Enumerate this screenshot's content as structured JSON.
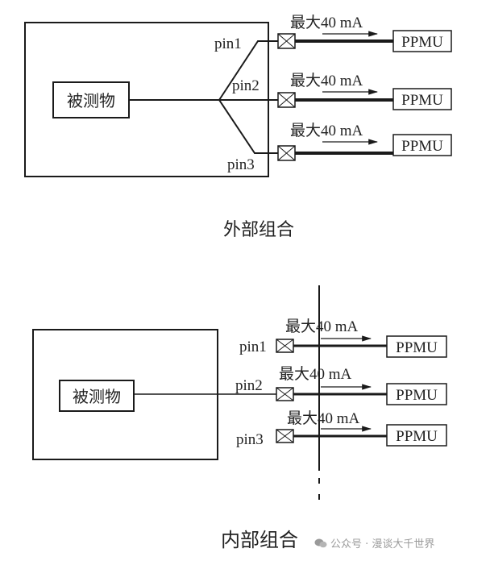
{
  "top_diagram": {
    "caption": "外部组合",
    "dut_label": "被测物",
    "channels": [
      {
        "pin": "pin1",
        "current_label": "最大40 mA",
        "unit": "PPMU"
      },
      {
        "pin": "pin2",
        "current_label": "最大40 mA",
        "unit": "PPMU"
      },
      {
        "pin": "pin3",
        "current_label": "最大40 mA",
        "unit": "PPMU"
      }
    ]
  },
  "bottom_diagram": {
    "caption": "内部组合",
    "dut_label": "被测物",
    "channels": [
      {
        "pin": "pin1",
        "current_label": "最大40 mA",
        "unit": "PPMU"
      },
      {
        "pin": "pin2",
        "current_label": "最大40 mA",
        "unit": "PPMU"
      },
      {
        "pin": "pin3",
        "current_label": "最大40 mA",
        "unit": "PPMU"
      }
    ]
  },
  "watermark": {
    "icon": "wechat-icon",
    "text": "公众号 · 漫谈大千世界"
  },
  "colors": {
    "line": "#1a1a1a",
    "watermark": "#9a9a9a"
  }
}
